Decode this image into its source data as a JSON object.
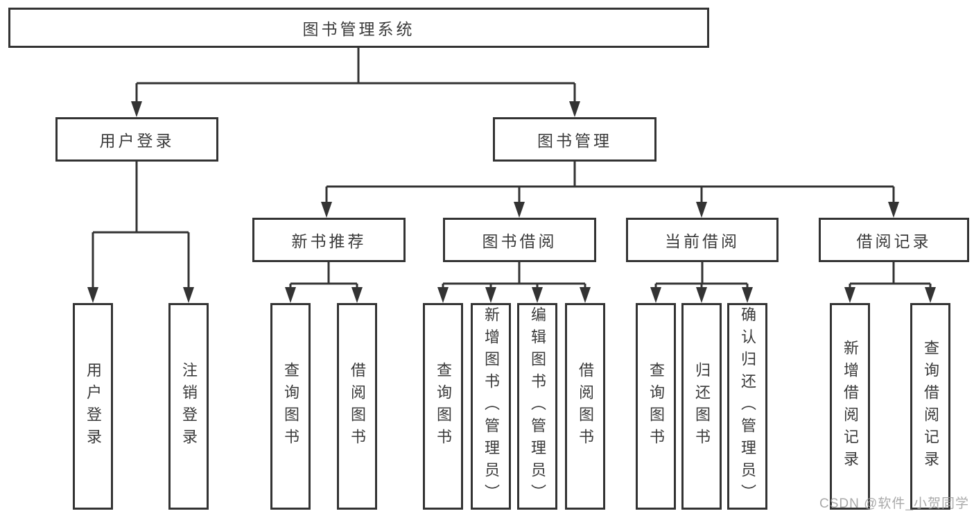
{
  "diagram": {
    "root": "图书管理系统",
    "user_branch": {
      "label": "用户登录",
      "children": [
        "用户登录",
        "注销登录"
      ]
    },
    "book_branch": {
      "label": "图书管理",
      "groups": [
        {
          "label": "新书推荐",
          "children": [
            "查询图书",
            "借阅图书"
          ]
        },
        {
          "label": "图书借阅",
          "children": [
            "查询图书",
            "新增图书（管理员）",
            "编辑图书（管理员）",
            "借阅图书"
          ]
        },
        {
          "label": "当前借阅",
          "children": [
            "查询图书",
            "归还图书",
            "确认归还（管理员）"
          ]
        },
        {
          "label": "借阅记录",
          "children": [
            "新增借阅记录",
            "查询借阅记录"
          ]
        }
      ]
    }
  },
  "watermark": "CSDN @软件_小贺同学",
  "colors": {
    "line": "#333333",
    "text": "#3a3a3a",
    "watermark": "#9b9b9b"
  }
}
